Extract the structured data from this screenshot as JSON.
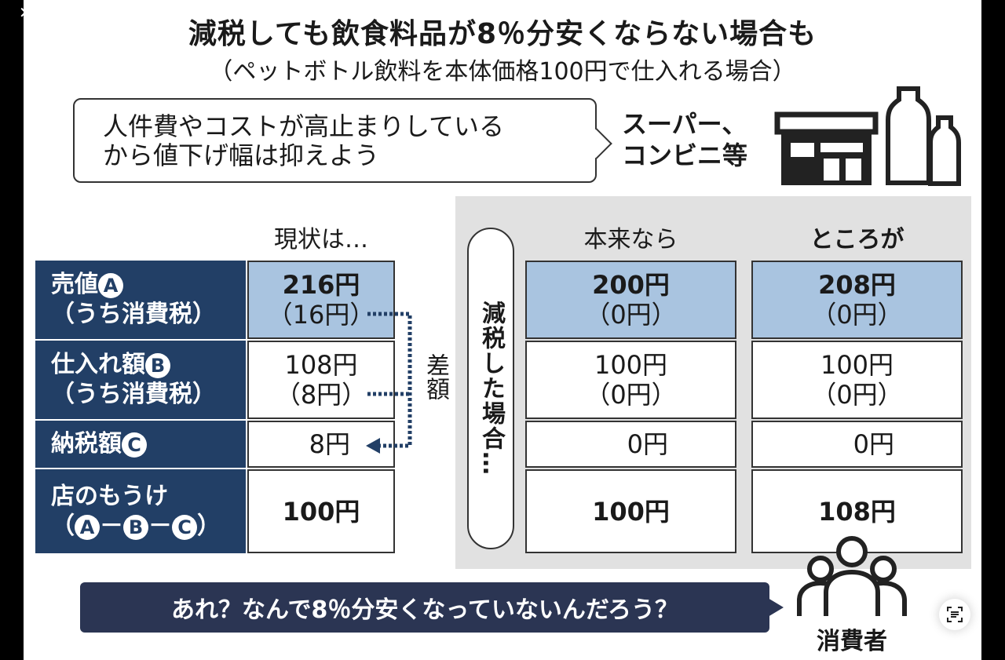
{
  "viewer": {
    "close_icon": "close-icon",
    "scan_icon": "text-scan-icon"
  },
  "title": "減税しても飲食料品が8％分安くならない場合も",
  "subtitle": "（ペットボトル飲料を本体価格100円で仕入れる場合）",
  "bubble": {
    "line1": "人件費やコストが高止まりしている",
    "line2": "から値下げ幅は抑えよう"
  },
  "store": {
    "line1": "スーパー、",
    "line2": "コンビニ等"
  },
  "labels": [
    {
      "line1": "売値",
      "mark": "A",
      "line2": "（うち消費税）"
    },
    {
      "line1": "仕入れ額",
      "mark": "B",
      "line2": "（うち消費税）"
    },
    {
      "line1": "納税額",
      "mark": "C"
    },
    {
      "line1": "店のもうけ",
      "line2a": "（",
      "m1": "A",
      "dash1": "－",
      "m2": "B",
      "dash2": "－",
      "m3": "C",
      "line2b": "）"
    }
  ],
  "diff_label": "差額",
  "reduced_label": "減税した場合…",
  "columns": [
    {
      "header": "現状は…",
      "rows": [
        {
          "v": "216円",
          "s": "（16円）"
        },
        {
          "v": "108円",
          "s": "（8円）"
        },
        {
          "v": "8円"
        },
        {
          "v": "100円"
        }
      ]
    },
    {
      "header": "本来なら",
      "rows": [
        {
          "v": "200円",
          "s": "（0円）"
        },
        {
          "v": "100円",
          "s": "（0円）"
        },
        {
          "v": "0円"
        },
        {
          "v": "100円"
        }
      ]
    },
    {
      "header": "ところが",
      "rows": [
        {
          "v": "208円",
          "s": "（0円）"
        },
        {
          "v": "100円",
          "s": "（0円）"
        },
        {
          "v": "0円"
        },
        {
          "v": "108円"
        }
      ]
    }
  ],
  "banner": "あれ？なんで8％分安くなっていないんだろう？",
  "consumer": "消費者"
}
